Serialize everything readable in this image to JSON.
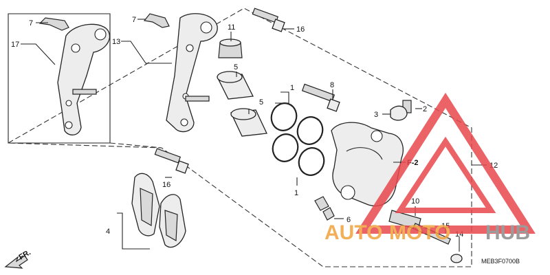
{
  "callouts": {
    "c1a": "1",
    "c1b": "1",
    "c2": "2",
    "c3": "3",
    "c4": "4",
    "c5a": "5",
    "c5b": "5",
    "c6": "6",
    "c7a": "7",
    "c7b": "7",
    "c8": "8",
    "c10": "10",
    "c11": "11",
    "c12": "12",
    "c13": "13",
    "c14": "14",
    "c15": "15",
    "c16a": "16",
    "c16b": "16",
    "c17": "17"
  },
  "direction_label": "F-2",
  "front_arrow_label": "FR.",
  "diagram_code": "MEB3F0700B",
  "watermark": {
    "auto": "AUTO",
    "moto": "MOTO",
    "hub": "HUB",
    "orange": "#f0a23a",
    "gray": "#8a8a8a",
    "red": "#e8474d"
  }
}
